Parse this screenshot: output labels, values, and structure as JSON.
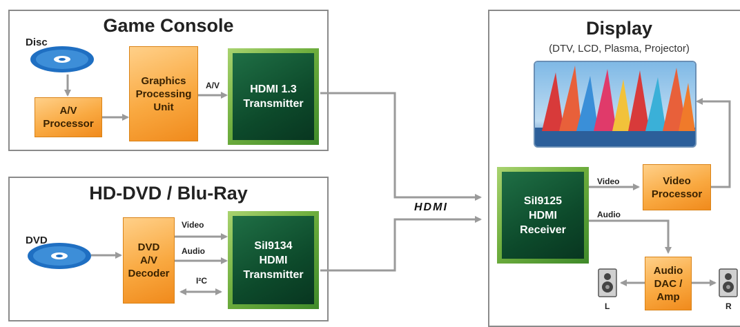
{
  "console": {
    "title": "Game Console",
    "disc_label": "Disc",
    "av_processor": "A/V\nProcessor",
    "gpu": "Graphics\nProcessing\nUnit",
    "av_link_label": "A/V",
    "transmitter": "HDMI 1.3\nTransmitter"
  },
  "player": {
    "title": "HD-DVD / Blu-Ray",
    "dvd_label": "DVD",
    "decoder": "DVD\nA/V\nDecoder",
    "video_label": "Video",
    "audio_label": "Audio",
    "i2c_label": "I²C",
    "transmitter": "SiI9134\nHDMI\nTransmitter"
  },
  "link": {
    "label": "HDMI"
  },
  "display": {
    "title": "Display",
    "subtitle": "(DTV, LCD, Plasma, Projector)",
    "receiver": "SiI9125\nHDMI\nReceiver",
    "video_label": "Video",
    "audio_label": "Audio",
    "video_processor": "Video\nProcessor",
    "audio_dac": "Audio\nDAC /\nAmp",
    "left_speaker": "L",
    "right_speaker": "R"
  },
  "colors": {
    "disc_blue": "#1f6fc2",
    "processor_orange": "#f9a941",
    "chip_green": "#0d4a2b",
    "wire_gray": "#9a9a9a"
  }
}
